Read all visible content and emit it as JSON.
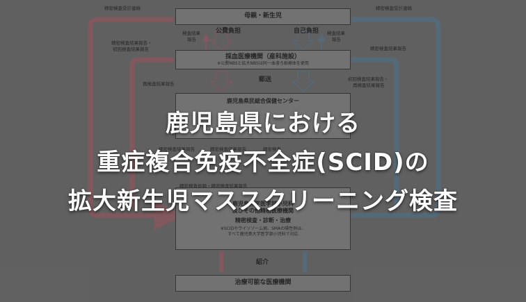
{
  "diagram": {
    "boxes": {
      "mother": "母親・新生児",
      "blood_title": "採血医療機関（産科施設）",
      "blood_note": "※公費NBSと拡大NBSは同一血液ろ紙検体を使用",
      "center": "鹿児島県民総合保健センター",
      "hospital_title": "鹿児島大学医学部小児科",
      "hospital_title2": "及びその他精密医療機関",
      "hospital_sub": "精密検査・診断・治療",
      "hospital_note1": "※SCIDやライソゾーム病、SMAの陽性例は、",
      "hospital_note2": "すべて鹿児島大学医学部小児科で対応",
      "treat": "治療可能な医療機関"
    },
    "labels": {
      "left_top": "精密検査受診連絡",
      "right_top": "精密検査受診連絡",
      "left_first1": "精密検査結果報告・",
      "left_first2": "初回検査結果報告",
      "right_first": "精密検査結果報告",
      "mid_left1": "検査結果",
      "mid_left2": "報告",
      "mid_right1": "検査結果",
      "mid_right2": "報告",
      "public": "公費負担",
      "self": "自己負担",
      "left_re": "再検査結果報告",
      "right_init1": "初回検査結果報告・",
      "right_init2": "再検査結果報告",
      "mail": "郵送",
      "lower_left": "精密検査結果報告",
      "lower_mid": "精密検査結果報告",
      "lower_mid2": "精密検査",
      "request": "精密検査依頼・精密検査結果報告",
      "intro": "紹介"
    }
  },
  "title": {
    "line1": "鹿児島県における",
    "line2": "重症複合免疫不全症(SCID)の",
    "line3": "拡大新生児マススクリーニング検査"
  },
  "colors": {
    "red_arrow": "#a0636b",
    "blue_arrow": "#5d7f96",
    "title_text": "#ffffff"
  }
}
